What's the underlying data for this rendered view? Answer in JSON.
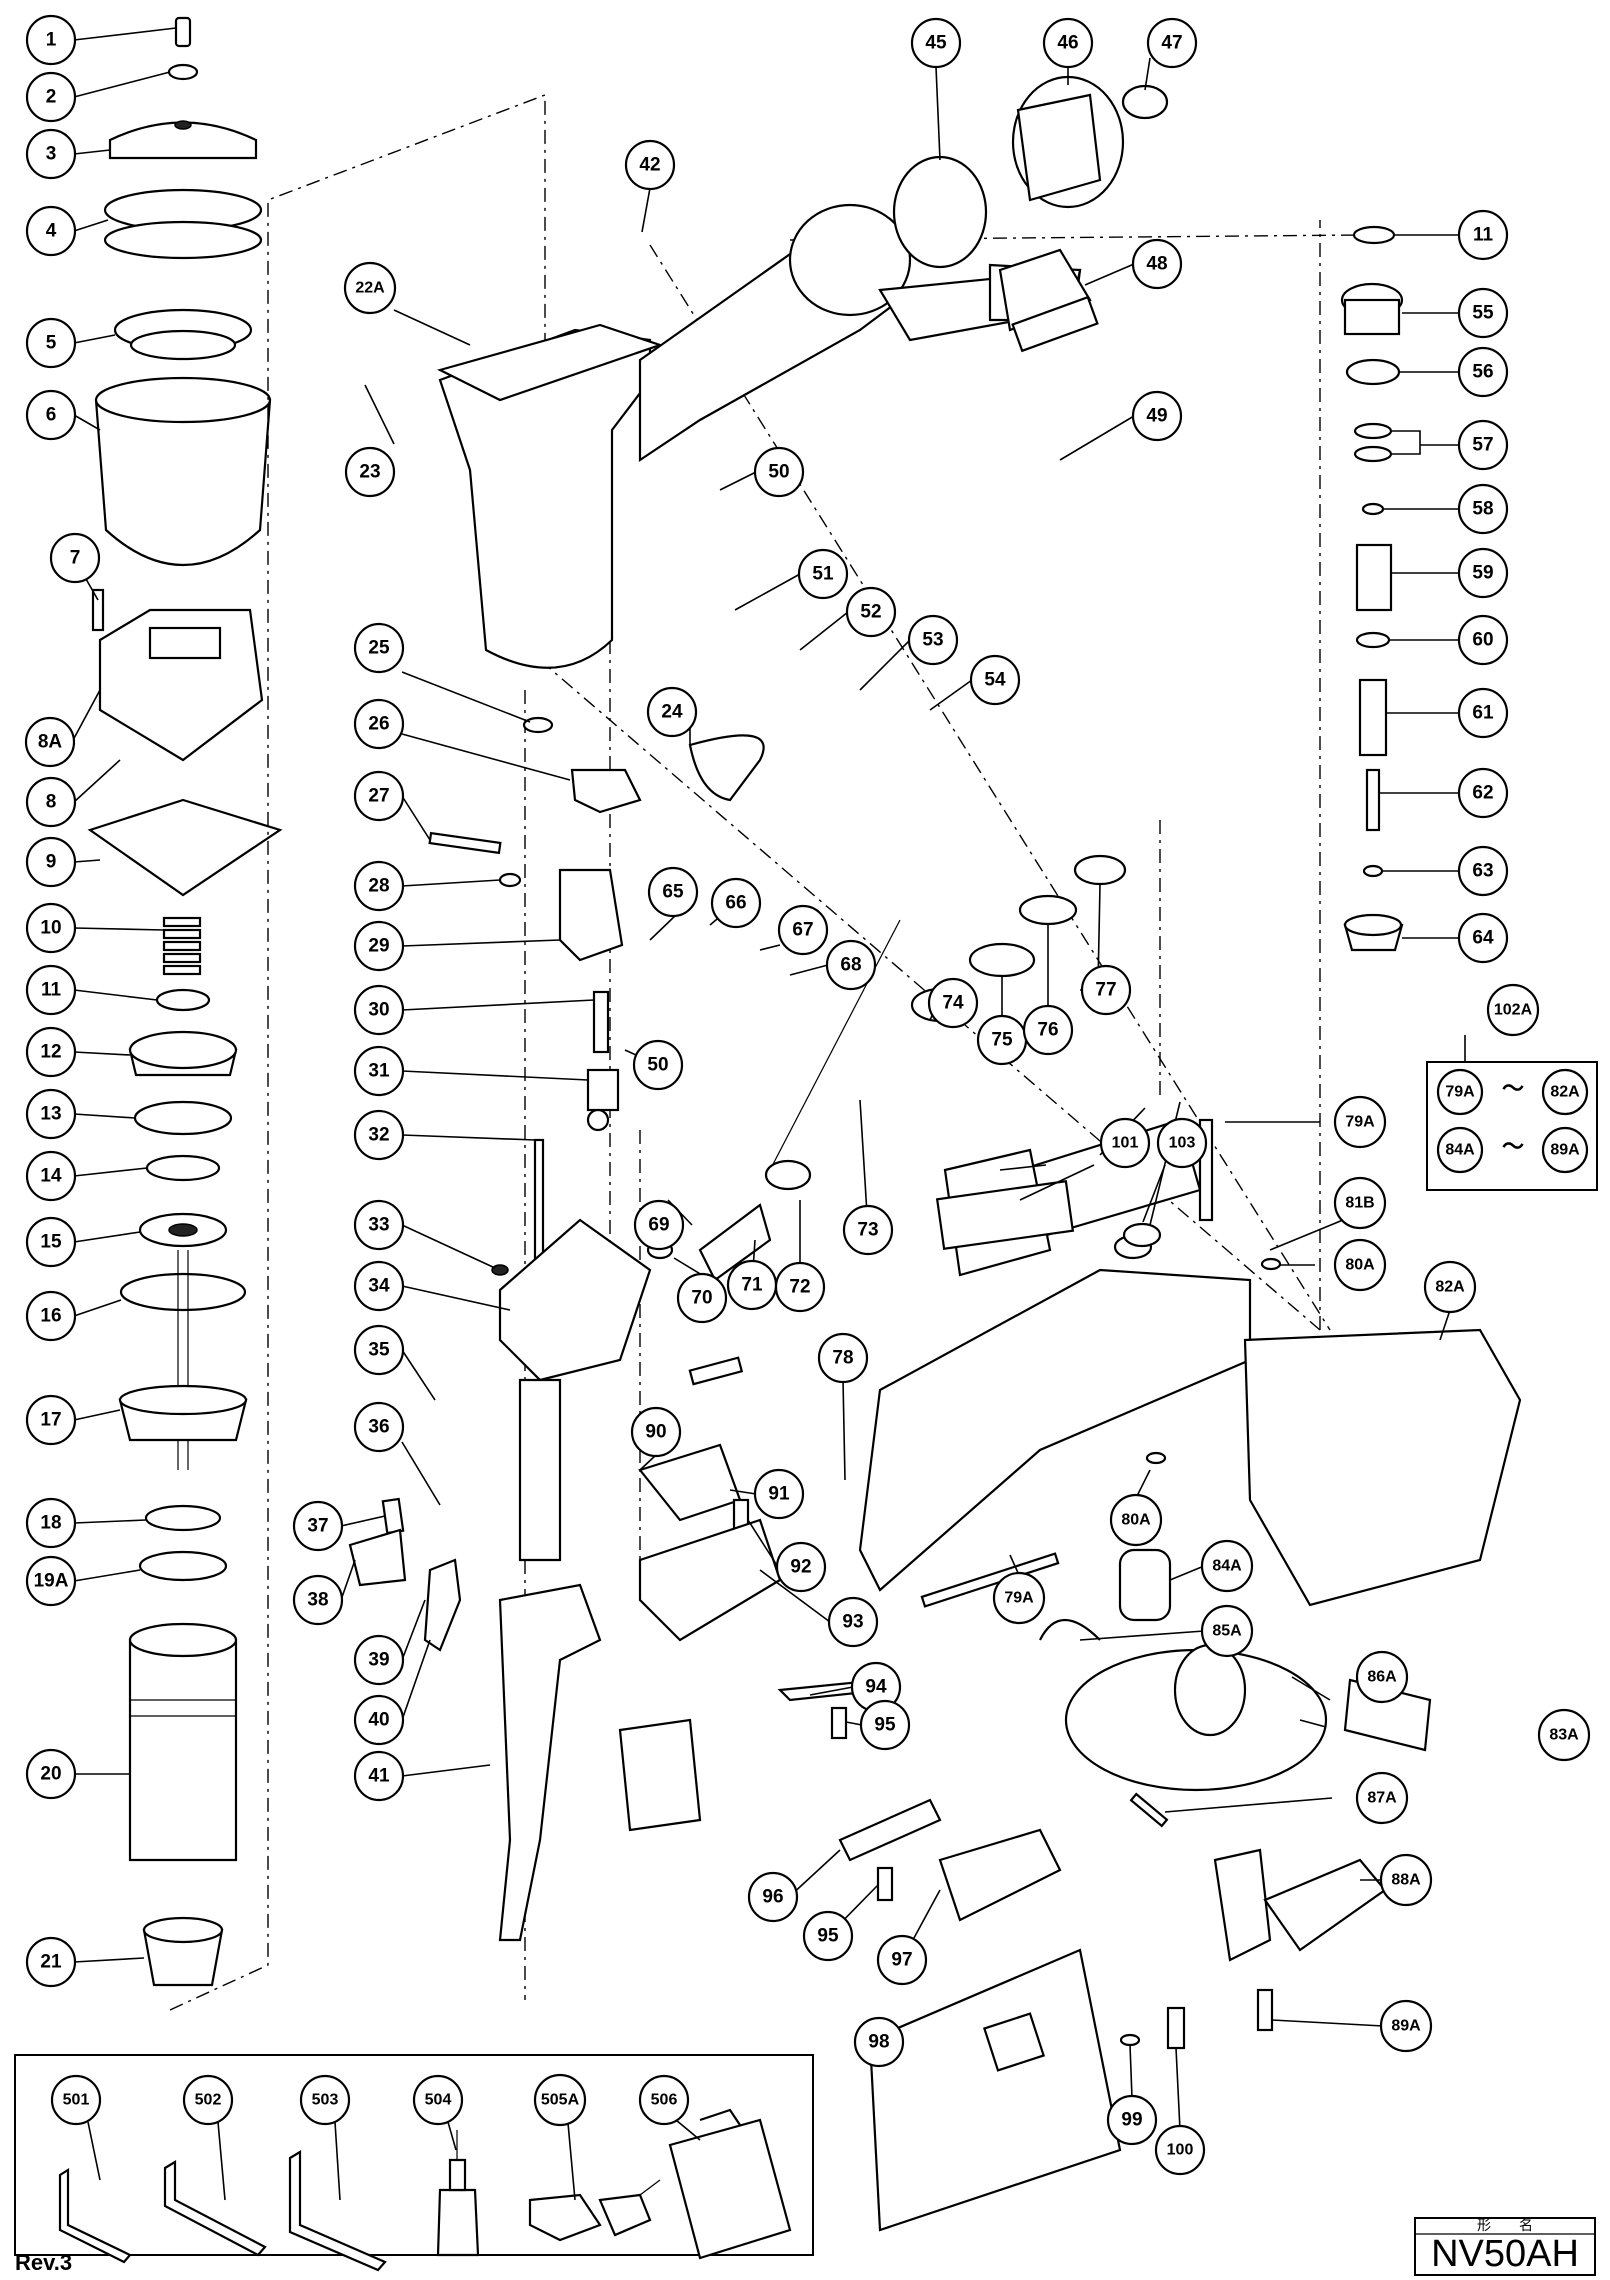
{
  "revision": "Rev.3",
  "model": {
    "header": "形　　名",
    "name": "NV50AH"
  },
  "set_legend": {
    "title": "102A",
    "rows": [
      {
        "from": "79A",
        "tilde": "〜",
        "to": "82A"
      },
      {
        "from": "84A",
        "tilde": "〜",
        "to": "89A"
      }
    ]
  },
  "accessories": [
    "501",
    "502",
    "503",
    "504",
    "505A",
    "506"
  ],
  "callouts": [
    "1",
    "2",
    "3",
    "4",
    "5",
    "6",
    "7",
    "8A",
    "8",
    "9",
    "10",
    "11",
    "12",
    "13",
    "14",
    "15",
    "16",
    "17",
    "18",
    "19A",
    "20",
    "21",
    "22A",
    "23",
    "24",
    "25",
    "26",
    "27",
    "28",
    "29",
    "30",
    "31",
    "32",
    "33",
    "34",
    "35",
    "36",
    "37",
    "38",
    "39",
    "40",
    "41",
    "42",
    "45",
    "46",
    "47",
    "48",
    "49",
    "50",
    "51",
    "52",
    "53",
    "54",
    "11",
    "55",
    "56",
    "57",
    "58",
    "59",
    "60",
    "61",
    "62",
    "63",
    "64",
    "65",
    "66",
    "67",
    "68",
    "50",
    "69",
    "70",
    "71",
    "72",
    "73",
    "74",
    "75",
    "76",
    "77",
    "78",
    "79A",
    "79A",
    "80A",
    "80A",
    "81B",
    "82A",
    "83A",
    "84A",
    "85A",
    "86A",
    "87A",
    "88A",
    "89A",
    "90",
    "91",
    "92",
    "93",
    "94",
    "95",
    "95",
    "96",
    "97",
    "98",
    "99",
    "100",
    "101",
    "103"
  ]
}
